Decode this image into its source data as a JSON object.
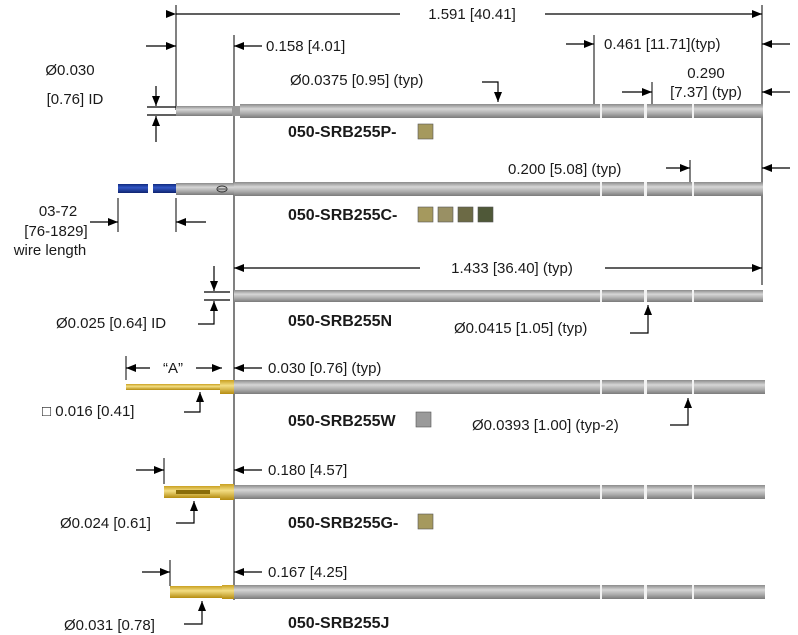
{
  "colors": {
    "barrel_light": "#d0d0d0",
    "barrel_mid": "#a8a8a8",
    "barrel_dark": "#7a7a7a",
    "wire_blue": "#1f3fa6",
    "gold_light": "#f0d77a",
    "gold_dark": "#c9a020",
    "swatch_1": "#a5995e",
    "swatch_2": "#999064",
    "swatch_3": "#6c6a45",
    "swatch_4": "#4f5838",
    "swatch_gray": "#9a9a9a",
    "text": "#1a1a1a"
  },
  "dimensions": {
    "overall_length": "1.591 [40.41]",
    "tip_length": "0.158 [4.01]",
    "tail_section": "0.461 [11.71](typ)",
    "barrel_dia": "Ø0.0375 [0.95] (typ)",
    "tail_end_line1": "0.290",
    "tail_end_line2": "[7.37] (typ)",
    "p_id_line1": "Ø0.030",
    "p_id_line2": "[0.76] ID",
    "crimp_spacing": "0.200 [5.08] (typ)",
    "wire_line1": "03-72",
    "wire_line2": "[76-1829]",
    "wire_line3": "wire length",
    "n_length": "1.433 [36.40] (typ)",
    "n_id": "Ø0.025 [0.64] ID",
    "n_dia": "Ø0.0415 [1.05] (typ)",
    "w_label_a": "“A”",
    "w_shoulder": "0.030 [0.76] (typ)",
    "w_square": "□ 0.016 [0.41]",
    "w_dia": "Ø0.0393 [1.00] (typ-2)",
    "g_shoulder": "0.180 [4.57]",
    "g_dia": "Ø0.024 [0.61]",
    "j_shoulder": "0.167 [4.25]",
    "j_dia": "Ø0.031 [0.78]"
  },
  "parts": {
    "p": "050-SRB255P-",
    "c": "050-SRB255C-",
    "n": "050-SRB255N",
    "w": "050-SRB255W",
    "g": "050-SRB255G-",
    "j": "050-SRB255J"
  }
}
